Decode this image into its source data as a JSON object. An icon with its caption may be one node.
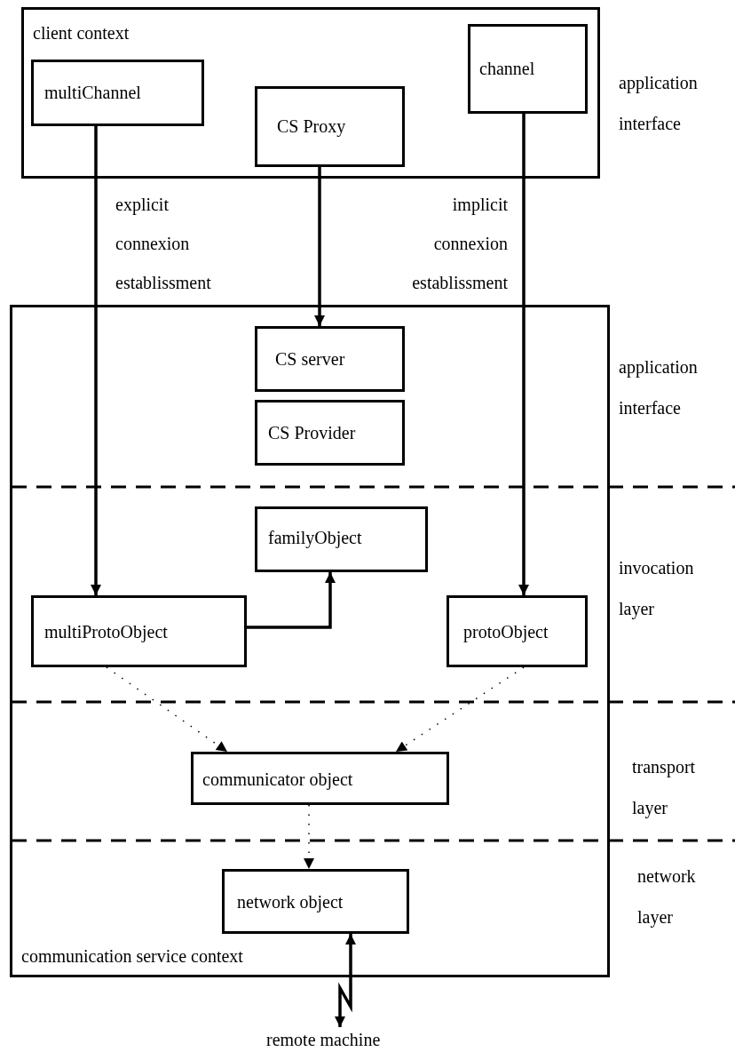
{
  "diagram": {
    "nodes": [
      {
        "text": [
          "client context"
        ]
      },
      {
        "text": [
          "multiChannel"
        ],
        "in": 0
      },
      {
        "text": [
          "CS Proxy"
        ],
        "in": 0
      },
      {
        "text": [
          "channel"
        ],
        "in": 0
      },
      {
        "text": [
          "communication service context"
        ]
      },
      {
        "text": [
          "CS server"
        ],
        "in": 4
      },
      {
        "text": [
          "CS Provider"
        ],
        "in": 4
      },
      {
        "text": [
          "familyObject"
        ],
        "in": 4
      },
      {
        "text": [
          "multiProtoObject"
        ],
        "in": 4
      },
      {
        "text": [
          "protoObject"
        ],
        "in": 4
      },
      {
        "text": [
          "communicator object"
        ],
        "in": 4
      },
      {
        "text": [
          "network object"
        ],
        "in": 4
      },
      {
        "text": [
          "remote machine"
        ]
      }
    ],
    "edges": [
      {
        "from": 1,
        "to": 8,
        "arrow": "to",
        "label": "explicit connexion establissment"
      },
      {
        "from": 2,
        "to": 5,
        "arrow": "to"
      },
      {
        "from": 3,
        "to": 9,
        "arrow": "to",
        "label": "implicit connexion establissment"
      },
      {
        "from": 8,
        "to": 7,
        "arrow": "to"
      },
      {
        "from": 8,
        "to": 10,
        "arrow": "to",
        "style": "dashed"
      },
      {
        "from": 9,
        "to": 10,
        "arrow": "to",
        "style": "dashed"
      },
      {
        "from": 10,
        "to": 11,
        "arrow": "to",
        "style": "dashed"
      },
      {
        "from": 11,
        "to": 12,
        "arrow": "both"
      }
    ],
    "labels": [
      "application interface",
      "application interface",
      "invocation layer",
      "transport layer",
      "network layer"
    ]
  }
}
